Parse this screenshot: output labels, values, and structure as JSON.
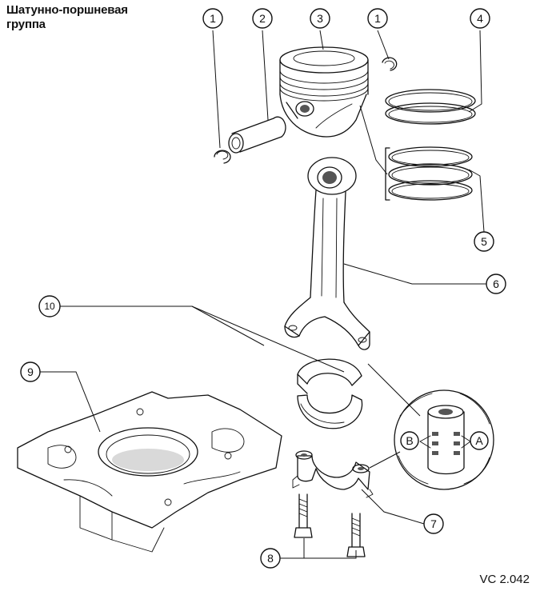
{
  "title_line1": "Шатунно-поршневая",
  "title_line2": "группа",
  "figure_code": "VC 2.042",
  "callouts": [
    "1",
    "2",
    "3",
    "1",
    "4",
    "5",
    "6",
    "10",
    "9",
    "7",
    "8",
    "B",
    "A"
  ]
}
